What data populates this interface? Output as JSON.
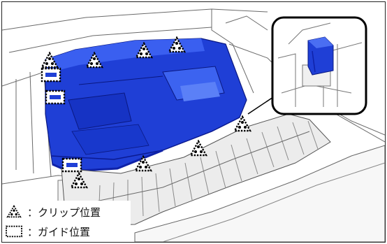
{
  "legend": {
    "clip_label": "：クリップ位置",
    "guide_label": "：ガイド位置"
  },
  "colors": {
    "cover": "#1f3fd6",
    "cover_dark": "#0f22a8",
    "cover_light": "#3c63f0",
    "line": "#555555",
    "trim": "#ececec"
  },
  "icons": {
    "clip": "dotted-triangle-icon",
    "guide": "dotted-rectangle-icon",
    "inset": "clip-detail-inset"
  }
}
